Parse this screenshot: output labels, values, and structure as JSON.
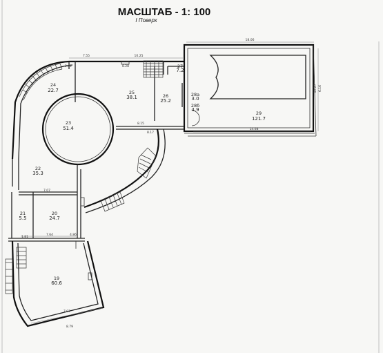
{
  "title": "МАСШТАБ - 1: 100",
  "subtitle": "I Поверх",
  "rooms": [
    {
      "number": "24",
      "area": "22.7"
    },
    {
      "number": "25",
      "area": "38.1"
    },
    {
      "number": "26",
      "area": "25.2"
    },
    {
      "number": "27",
      "area": "7.2"
    },
    {
      "number": "28a",
      "area": "3.0"
    },
    {
      "number": "28б",
      "area": "4.9"
    },
    {
      "number": "29",
      "area": "121.7"
    },
    {
      "number": "23",
      "area": "51.4"
    },
    {
      "number": "22",
      "area": "35.3"
    },
    {
      "number": "21",
      "area": "5.5"
    },
    {
      "number": "20",
      "area": "24.7"
    },
    {
      "number": "19",
      "area": "60.6"
    }
  ],
  "dimensions": [
    "7.55",
    "10.25",
    "18.06",
    "2.42",
    "8.15",
    "14.68",
    "8.28",
    "8.17",
    "7.07",
    "1.81",
    "7.64",
    "4.86",
    "7.97",
    "8.79",
    "6.16",
    "10.27"
  ]
}
